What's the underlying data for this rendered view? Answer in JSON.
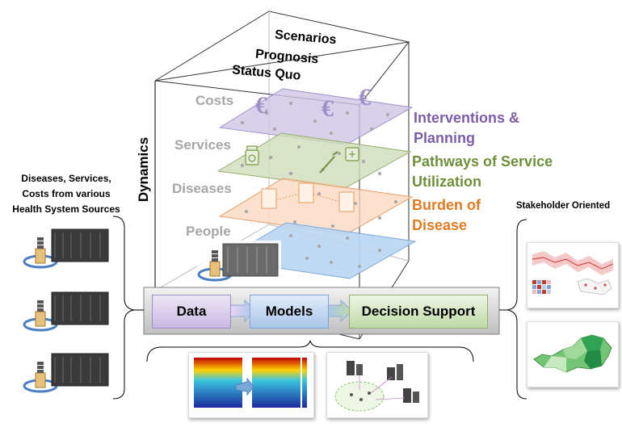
{
  "cube": {
    "top_labels": [
      "Scenarios",
      "Prognosis",
      "Status Quo"
    ],
    "axis_label": "Dynamics",
    "layers": [
      {
        "label": "Costs",
        "color": "#b4a7d6"
      },
      {
        "label": "Services",
        "color": "#a9c08b"
      },
      {
        "label": "Diseases",
        "color": "#f4b183"
      },
      {
        "label": "People",
        "color": "#9dc3e6"
      }
    ],
    "currency_symbol": "€"
  },
  "right_labels": [
    {
      "line1": "Interventions &",
      "line2": "Planning",
      "color": "#7b5ea7"
    },
    {
      "line1": "Pathways of Service",
      "line2": "Utilization",
      "color": "#6f8f3a"
    },
    {
      "line1": "Burden of",
      "line2": "Disease",
      "color": "#e07b22"
    }
  ],
  "left": {
    "title_lines": [
      "Diseases, Services,",
      "Costs from various",
      "Health System Sources"
    ]
  },
  "right": {
    "title": "Stakeholder Oriented"
  },
  "pipeline": {
    "steps": [
      "Data",
      "Models",
      "Decision Support"
    ]
  }
}
